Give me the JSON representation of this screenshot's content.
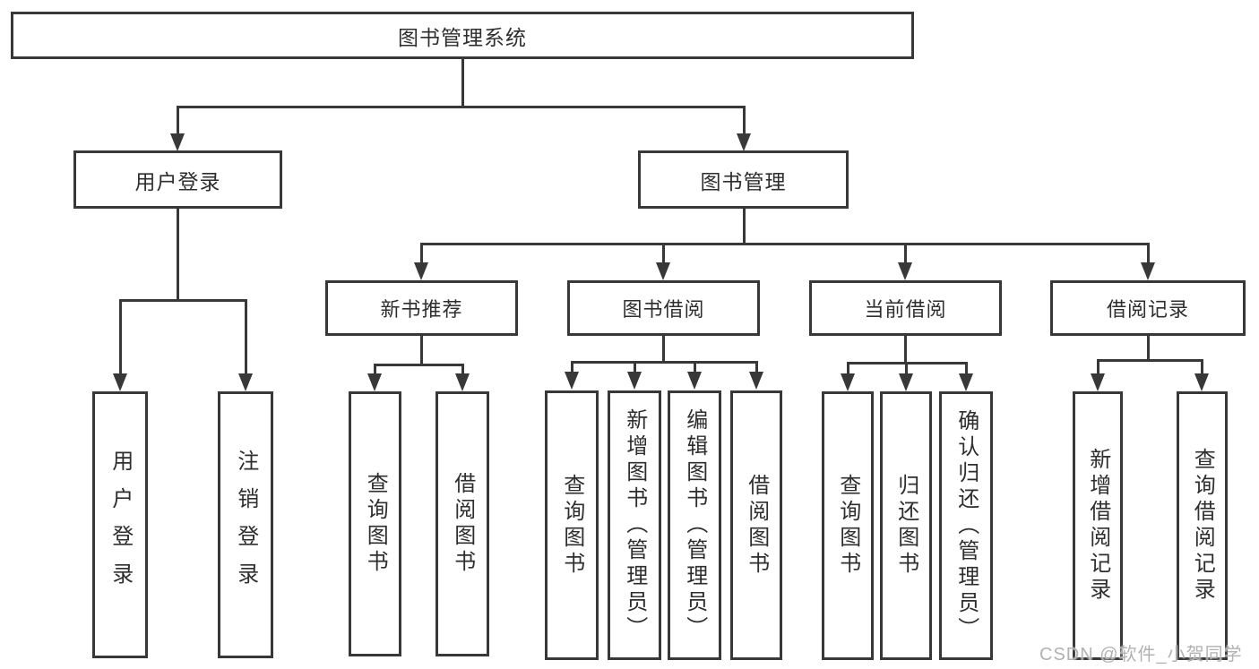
{
  "diagram_title": "图书管理系统",
  "nodes": {
    "root": "图书管理系统",
    "user_login": "用户登录",
    "book_mgmt": "图书管理",
    "new_books": "新书推荐",
    "book_borrow": "图书借阅",
    "current_borrow": "当前借阅",
    "borrow_records": "借阅记录",
    "leaf_user_login": "用户登录",
    "leaf_logout": "注销登录",
    "leaf_nb_query": "查询图书",
    "leaf_nb_borrow": "借阅图书",
    "leaf_bb_query": "查询图书",
    "leaf_bb_add": "新增图书（管理员）",
    "leaf_bb_edit": "编辑图书（管理员）",
    "leaf_bb_borrow": "借阅图书",
    "leaf_cb_query": "查询图书",
    "leaf_cb_return": "归还图书",
    "leaf_cb_confirm": "确认归还（管理员）",
    "leaf_br_add": "新增借阅记录",
    "leaf_br_query": "查询借阅记录"
  },
  "hierarchy": {
    "root": "图书管理系统",
    "children": [
      {
        "label": "用户登录",
        "children": [
          "用户登录",
          "注销登录"
        ]
      },
      {
        "label": "图书管理",
        "children": [
          {
            "label": "新书推荐",
            "children": [
              "查询图书",
              "借阅图书"
            ]
          },
          {
            "label": "图书借阅",
            "children": [
              "查询图书",
              "新增图书（管理员）",
              "编辑图书（管理员）",
              "借阅图书"
            ]
          },
          {
            "label": "当前借阅",
            "children": [
              "查询图书",
              "归还图书",
              "确认归还（管理员）"
            ]
          },
          {
            "label": "借阅记录",
            "children": [
              "新增借阅记录",
              "查询借阅记录"
            ]
          }
        ]
      }
    ]
  },
  "watermark": "CSDN @软件_小贺同学",
  "colors": {
    "line": "#383838",
    "text": "#2e2e2e",
    "watermark": "#b2b2b2",
    "background": "#ffffff"
  }
}
